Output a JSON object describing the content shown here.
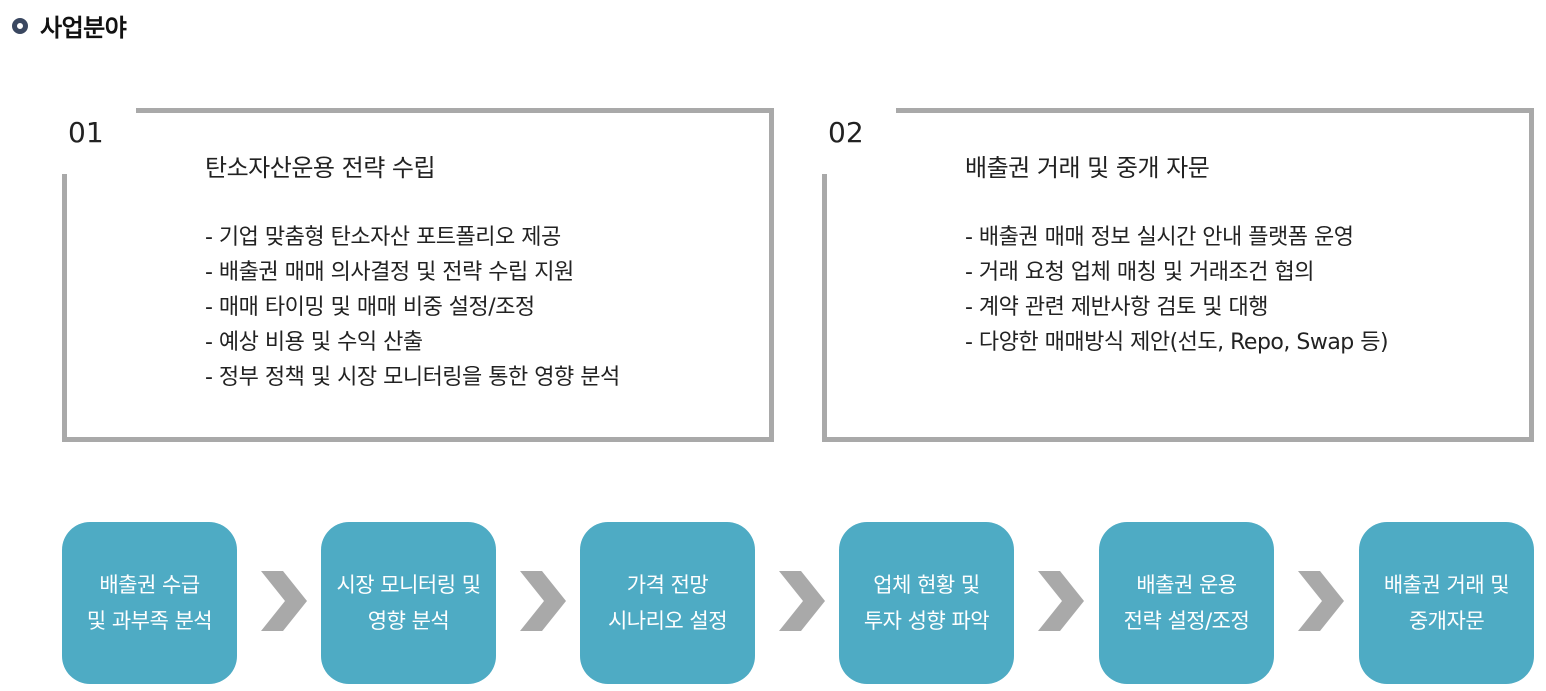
{
  "header": {
    "title": "사업분야"
  },
  "cards": [
    {
      "number": "01",
      "title": "탄소자산운용 전략 수립",
      "items": [
        "- 기업 맞춤형 탄소자산 포트폴리오 제공",
        "- 배출권 매매 의사결정 및 전략 수립 지원",
        "- 매매 타이밍 및 매매 비중 설정/조정",
        "- 예상 비용 및 수익 산출",
        "- 정부 정책 및 시장 모니터링을 통한 영향 분석"
      ]
    },
    {
      "number": "02",
      "title": "배출권 거래 및 중개 자문",
      "items": [
        "- 배출권 매매 정보 실시간 안내 플랫폼 운영",
        "- 거래 요청 업체 매칭 및 거래조건 협의",
        "- 계약 관련 제반사항 검토 및 대행",
        "- 다양한 매매방식 제안(선도, Repo, Swap 등)"
      ]
    }
  ],
  "flow": [
    {
      "line1": "배출권 수급",
      "line2": "및 과부족 분석"
    },
    {
      "line1": "시장 모니터링 및",
      "line2": "영향 분석"
    },
    {
      "line1": "가격 전망",
      "line2": "시나리오 설정"
    },
    {
      "line1": "업체 현황 및",
      "line2": "투자 성향 파악"
    },
    {
      "line1": "배출권 운용",
      "line2": "전략 설정/조정"
    },
    {
      "line1": "배출권 거래 및",
      "line2": "중개자문"
    }
  ],
  "colors": {
    "accent": "#4eabc4",
    "frame": "#a9a9a9",
    "chevron": "#a9a9a9",
    "bullet": "#3a4760"
  },
  "icons": {
    "bullet": "circle-bullet-icon",
    "arrow": "chevron-right-icon"
  }
}
